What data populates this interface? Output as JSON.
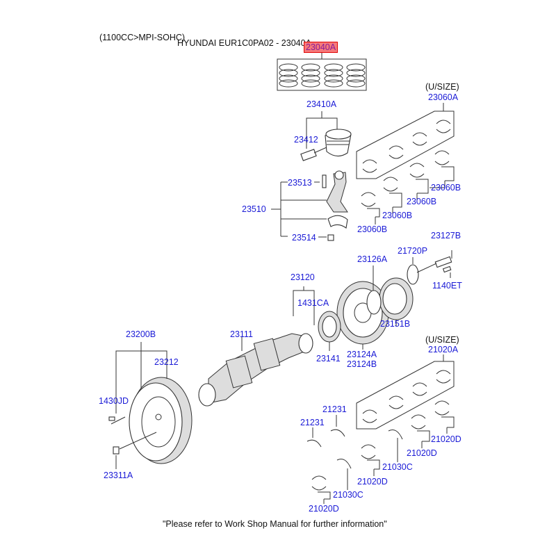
{
  "header": {
    "engine_note": "(1100CC>MPI-SOHC)",
    "title": "HYUNDAI EUR1C0PA02 - 23040A",
    "highlighted_part": "23040A"
  },
  "colors": {
    "label": "#1a1ad6",
    "highlight_fill": "#f57a7a",
    "highlight_border": "#e00000"
  },
  "parts": {
    "p23410A": "23410A",
    "p23412": "23412",
    "p23513": "23513",
    "p23510": "23510",
    "p23514": "23514",
    "usize1": "(U/SIZE)",
    "p23060A": "23060A",
    "p23060B": "23060B",
    "p23127B": "23127B",
    "p21720P": "21720P",
    "p1140ET": "1140ET",
    "p23126A": "23126A",
    "p23151B": "23151B",
    "p23120": "23120",
    "p1431CA": "1431CA",
    "p23141": "23141",
    "p23124A": "23124A",
    "p23124B": "23124B",
    "p23111": "23111",
    "p23200B": "23200B",
    "p23212": "23212",
    "p1430JD": "1430JD",
    "p23311A": "23311A",
    "usize2": "(U/SIZE)",
    "p21020A": "21020A",
    "p21020D": "21020D",
    "p21030C": "21030C",
    "p21231": "21231"
  },
  "footer": {
    "note": "\"Please refer to Work Shop Manual for further information\""
  }
}
